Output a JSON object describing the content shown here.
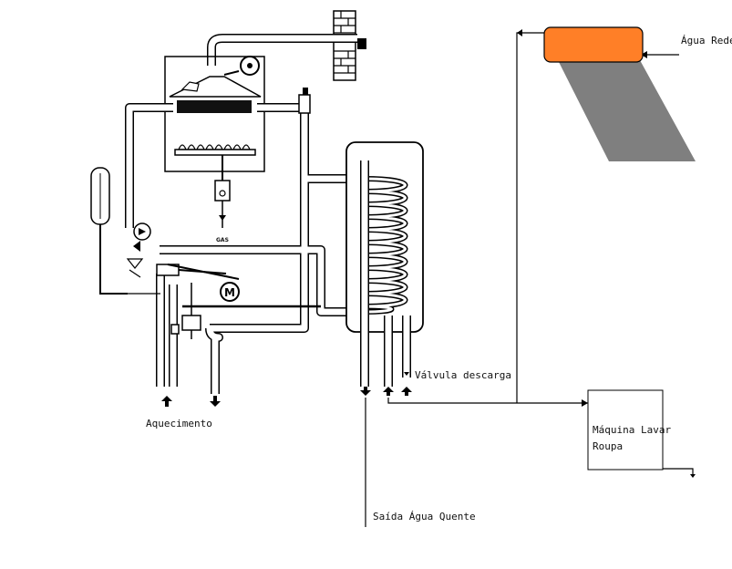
{
  "labels": {
    "agua_rede": "Água Rede",
    "valvula_descarga": "Válvula descarga",
    "aquecimento": "Aquecimento",
    "maquina_line1": "Máquina Lavar",
    "maquina_line2": "Roupa",
    "saida_agua_quente": "Saída Água Quente",
    "gas": "GAS",
    "motor": "M"
  },
  "colors": {
    "solar_header": "#ff7f27",
    "solar_panel": "#7f7f7f",
    "line": "#000000",
    "background": "#ffffff"
  }
}
